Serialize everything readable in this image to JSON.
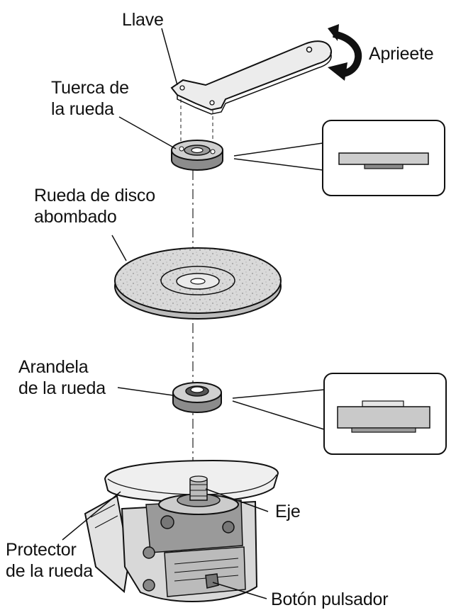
{
  "labels": {
    "wrench": "Llave",
    "tighten": "Aprieete",
    "wheel_nut_line1": "Tuerca de",
    "wheel_nut_line2": "la rueda",
    "disc_line1": "Rueda de disco",
    "disc_line2": "abombado",
    "washer_line1": "Arandela",
    "washer_line2": "de la rueda",
    "spindle": "Eje",
    "guard_line1": "Protector",
    "guard_line2": "de la rueda",
    "push_button": "Botón pulsador"
  },
  "colors": {
    "line": "#1a1a1a",
    "metal_dark": "#8a8a8a",
    "metal_mid": "#bdbdbd",
    "metal_light": "#e0e0e0",
    "disc": "#d7d7d7",
    "arrow": "#111111"
  }
}
